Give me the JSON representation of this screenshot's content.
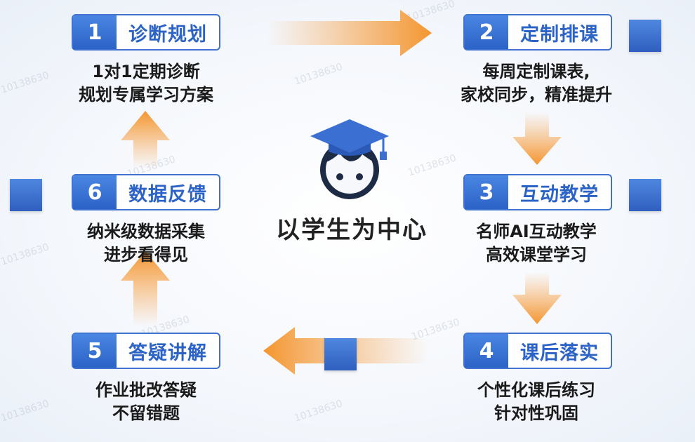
{
  "center": {
    "label": "以学生为中心"
  },
  "steps": [
    {
      "num": "1",
      "title": "诊断规划",
      "lines": [
        "1对1定期诊断",
        "规划专属学习方案"
      ]
    },
    {
      "num": "2",
      "title": "定制排课",
      "lines": [
        "每周定制课表,",
        "家校同步，精准提升"
      ]
    },
    {
      "num": "3",
      "title": "互动教学",
      "lines": [
        "名师AI互动教学",
        "高效课堂学习"
      ]
    },
    {
      "num": "4",
      "title": "课后落实",
      "lines": [
        "个性化课后练习",
        "针对性巩固"
      ]
    },
    {
      "num": "5",
      "title": "答疑讲解",
      "lines": [
        "作业批改答疑",
        "不留错题"
      ]
    },
    {
      "num": "6",
      "title": "数据反馈",
      "lines": [
        "纳米级数据采集",
        "进步看得见"
      ]
    }
  ],
  "watermark": "10138630",
  "colors": {
    "accent": "#2c63c6",
    "arrow": "#f5a04a",
    "text": "#1a1a1a"
  }
}
